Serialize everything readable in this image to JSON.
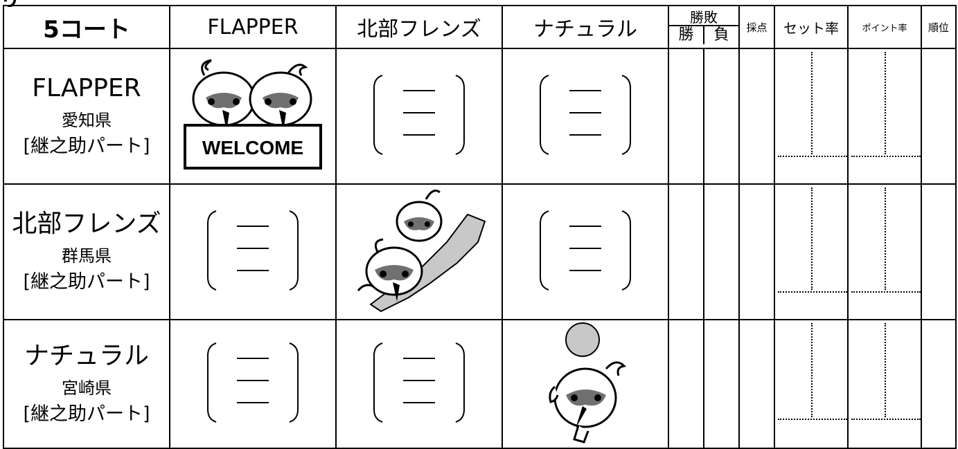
{
  "top_fragment": "リーグ",
  "header": {
    "court": "5コート",
    "teams": [
      "FLAPPER",
      "北部フレンズ",
      "ナチュラル"
    ],
    "wl_top": "勝敗",
    "win": "勝",
    "loss": "負",
    "score": "採点",
    "set_rate": "セット率",
    "point_rate": "ポイント率",
    "rank": "順位"
  },
  "rows": [
    {
      "name": "FLAPPER",
      "pref": "愛知県",
      "part": "[継之助パート]",
      "diag_text": "WELCOME"
    },
    {
      "name": "北部フレンズ",
      "pref": "群馬県",
      "part": "[継之助パート]"
    },
    {
      "name": "ナチュラル",
      "pref": "宮崎県",
      "part": "[継之助パート]"
    }
  ],
  "colors": {
    "line": "#000000",
    "fill_gray": "#c8c8c8",
    "dark_gray": "#707070"
  }
}
